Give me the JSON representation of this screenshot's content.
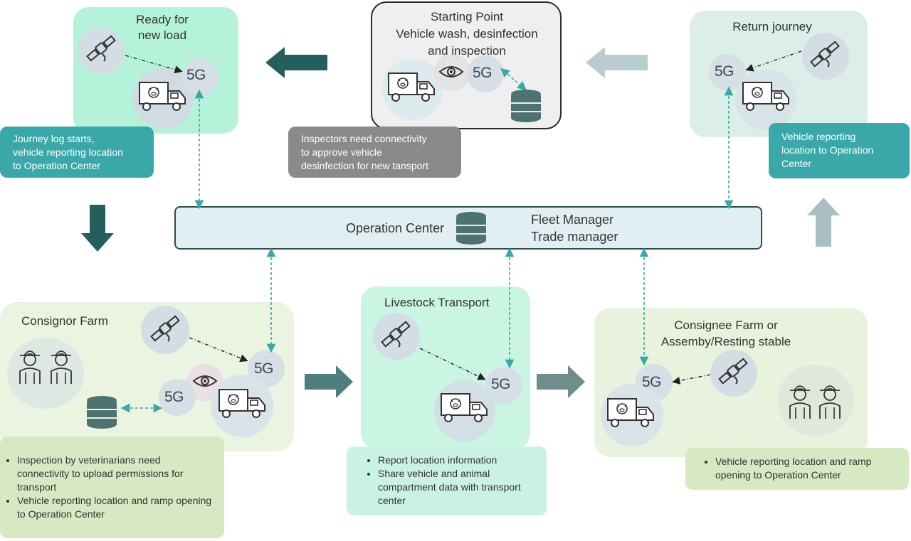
{
  "stations": {
    "ready": {
      "title_line1": "Ready for",
      "title_line2": "new load"
    },
    "starting": {
      "title_line1": "Starting Point",
      "title_line2": "Vehicle wash, desinfection",
      "title_line3": "and inspection"
    },
    "return": {
      "title": "Return journey"
    },
    "consignor": {
      "title": "Consignor Farm"
    },
    "livestock": {
      "title": "Livestock Transport"
    },
    "consignee": {
      "title_line1": "Consignee Farm or",
      "title_line2": "Assemby/Resting stable"
    }
  },
  "notes": {
    "journey": {
      "line1": "Journey log starts,",
      "line2": "vehicle reporting location",
      "line3": "to Operation Center"
    },
    "inspectors": {
      "line1": "Inspectors need connectivity",
      "line2": "to approve vehicle",
      "line3": "desinfection for new tansport"
    },
    "return_report": {
      "line1": "Vehicle reporting",
      "line2": "location to Operation",
      "line3": "Center"
    },
    "consignor_bullets": [
      "Inspection by veterinarians need connectivity to upload permissions for transport",
      "Vehicle reporting location and ramp opening to Operation Center"
    ],
    "livestock_bullets": [
      "Report location information",
      "Share vehicle and animal compartment data with transport center"
    ],
    "consignee_bullets": [
      "Vehicle reporting location and ramp opening to Operation Center"
    ]
  },
  "operation_center": {
    "label": "Operation Center",
    "role1": "Fleet Manager",
    "role2": "Trade manager"
  },
  "network_label": "5G",
  "icons": [
    "satellite-icon",
    "truck-pig-icon",
    "eye-icon",
    "database-icon",
    "farmers-icon"
  ],
  "colors": {
    "mint": "#b5f2da",
    "grey_box": "#efefef",
    "teal_note": "#3aa8a8",
    "grey_note": "#8a8a8a",
    "light_green": "#eaf4e1",
    "light_teal": "#dff0ee",
    "note_green": "#d6e9c3",
    "note_mint": "#c9f2e2",
    "arrow_dark": "#225f5d",
    "arrow_light": "#b9cdd0",
    "arrow_mid": "#4f7f7d"
  }
}
